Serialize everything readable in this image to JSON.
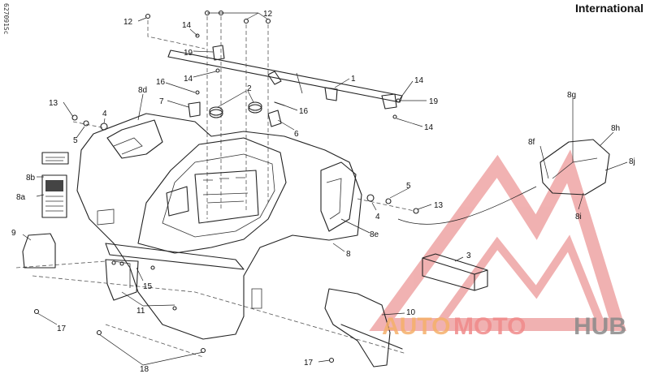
{
  "header": {
    "region_label": "International"
  },
  "drawing_code": "627091Sc",
  "watermark": {
    "text_part1": "AUTO",
    "text_part2": "MOTO",
    "text_part3": "HUB",
    "color_auto": "#f5b06a",
    "color_moto": "#f08a8a",
    "color_hub": "#8a8a8a",
    "logo_color": "#e57373"
  },
  "callouts": {
    "c1": "1",
    "c2": "2",
    "c3": "3",
    "c4a": "4",
    "c4b": "4",
    "c5a": "5",
    "c5b": "5",
    "c6": "6",
    "c7": "7",
    "c8": "8",
    "c8a": "8a",
    "c8b": "8b",
    "c8d": "8d",
    "c8e": "8e",
    "c8f": "8f",
    "c8g": "8g",
    "c8h": "8h",
    "c8i": "8i",
    "c8j": "8j",
    "c9": "9",
    "c10": "10",
    "c11": "11",
    "c12a": "12",
    "c12b": "12",
    "c13a": "13",
    "c13b": "13",
    "c14a": "14",
    "c14b": "14",
    "c14c": "14",
    "c14d": "14",
    "c15": "15",
    "c16a": "16",
    "c16b": "16",
    "c17a": "17",
    "c17b": "17",
    "c18": "18",
    "c19a": "19",
    "c19b": "19"
  }
}
